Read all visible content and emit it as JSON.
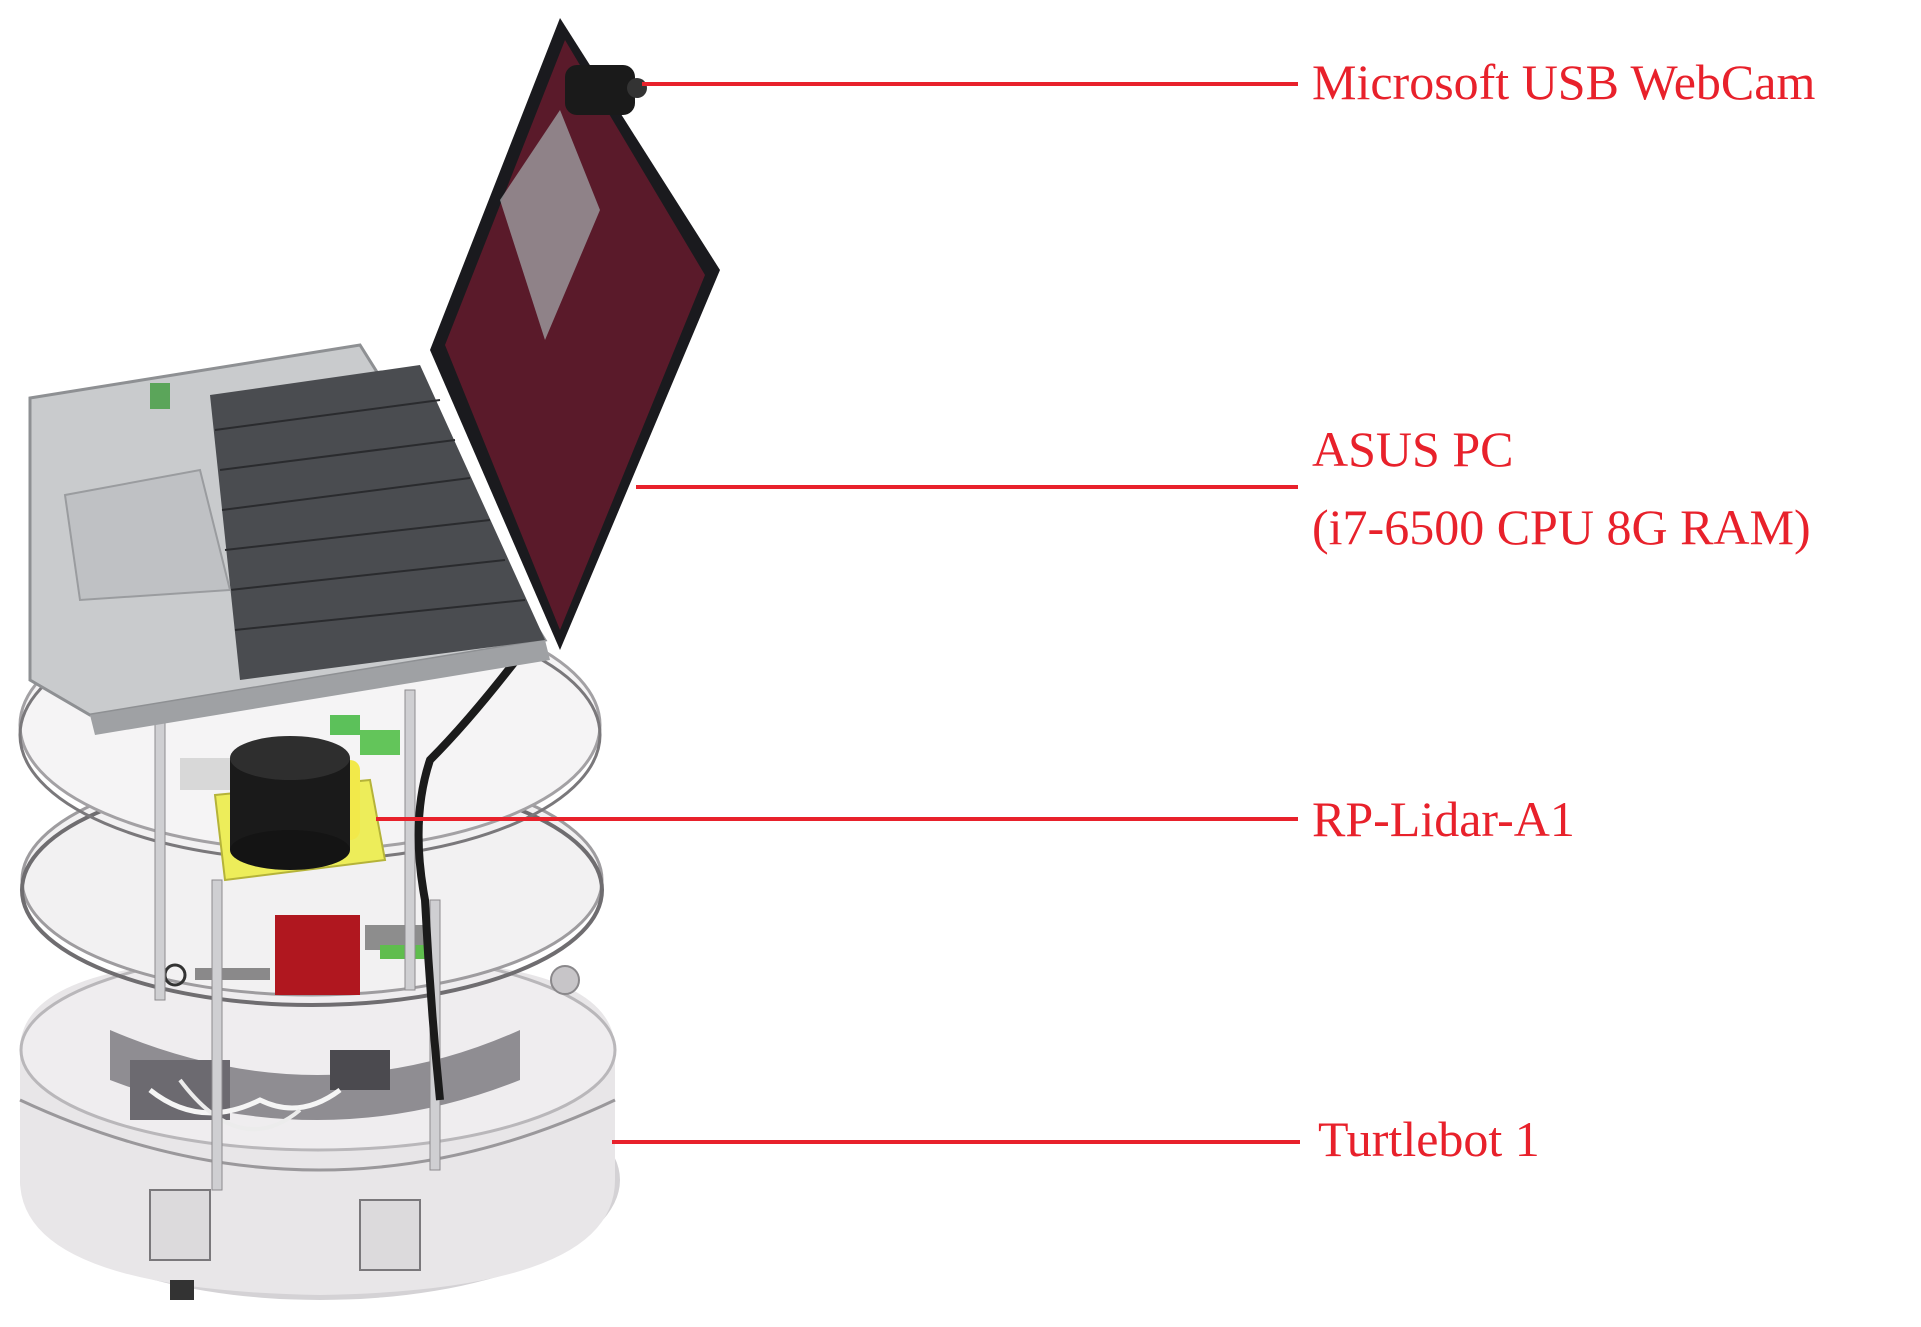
{
  "labels": {
    "webcam": "Microsoft USB WebCam",
    "pc_name": "ASUS PC",
    "pc_specs": "(i7-6500 CPU 8G RAM)",
    "lidar": "RP-Lidar-A1",
    "turtlebot": "Turtlebot 1"
  },
  "colors": {
    "annotation": "#e8212b",
    "background": "#ffffff",
    "laptop_body": "#c9cbcd",
    "laptop_screen": "#5a1a2a",
    "robot_base": "#e6e4e6",
    "lidar_sensor": "#1a1a1a",
    "lidar_mount": "#e8e24a",
    "red_marker": "#b0171f"
  }
}
